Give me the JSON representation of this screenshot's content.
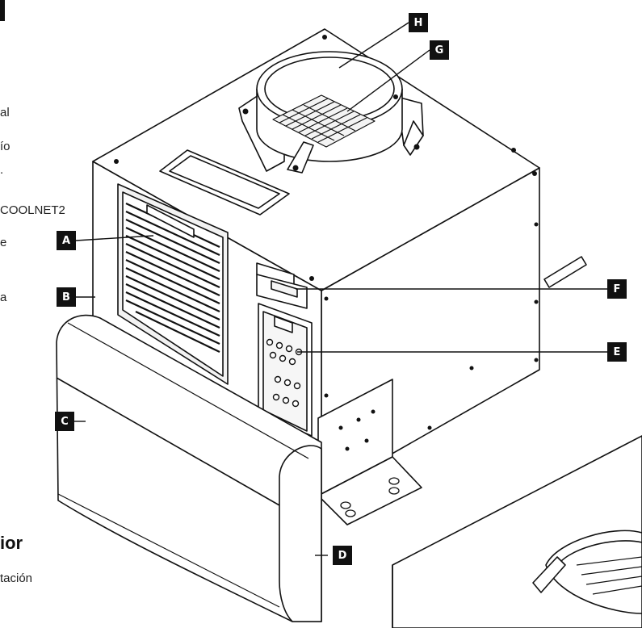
{
  "fragments": [
    {
      "text": "al"
    },
    {
      "text": "ío"
    },
    {
      "text": "."
    },
    {
      "text": "COOLNET2"
    },
    {
      "text": "e"
    },
    {
      "text": "a"
    },
    {
      "text": "ior"
    },
    {
      "text": "tación"
    }
  ],
  "labels": {
    "A": "A",
    "B": "B",
    "C": "C",
    "D": "D",
    "E": "E",
    "F": "F",
    "G": "G",
    "H": "H"
  }
}
